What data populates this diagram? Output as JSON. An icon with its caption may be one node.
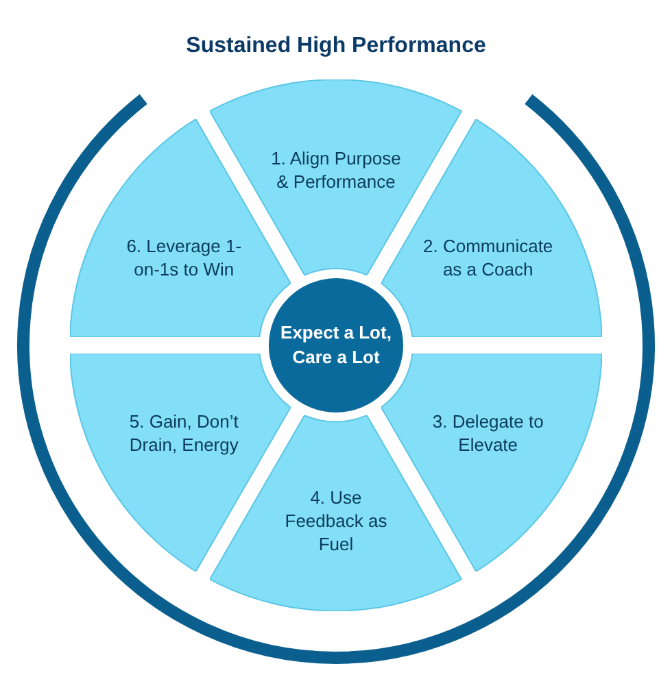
{
  "diagram": {
    "title": "Sustained High Performance",
    "nodes": [
      {
        "text": [
          "1. Align Purpose & Performance"
        ]
      },
      {
        "text": [
          "2. Communicate as a Coach"
        ]
      },
      {
        "text": [
          "3. Delegate to Elevate"
        ]
      },
      {
        "text": [
          "4. Use Feedback as Fuel"
        ]
      },
      {
        "text": [
          "5. Gain, Don’t Drain, Energy"
        ]
      },
      {
        "text": [
          "6. Leverage 1-on-1s to Win"
        ]
      },
      {
        "text": [
          "Expect a Lot, Care a Lot"
        ]
      }
    ]
  }
}
